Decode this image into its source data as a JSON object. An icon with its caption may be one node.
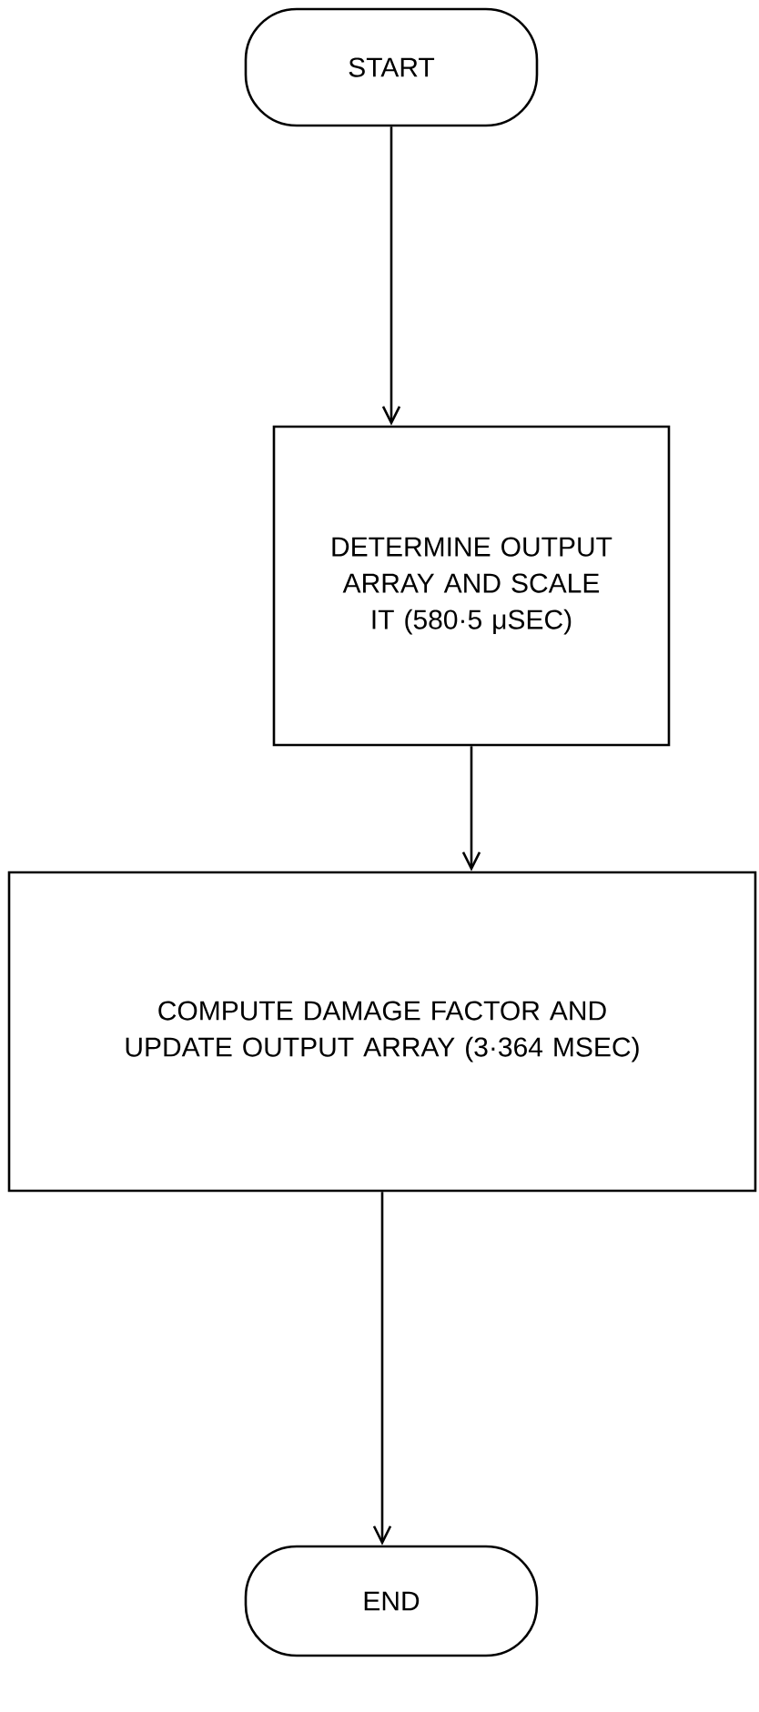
{
  "diagram": {
    "nodes": [
      {
        "text": [
          "START"
        ]
      },
      {
        "text": [
          "DETERMINE OUTPUT ARRAY AND SCALE IT (580·5 μSEC)"
        ]
      },
      {
        "text": [
          "COMPUTE DAMAGE FACTOR AND UPDATE OUTPUT ARRAY (3·364 MSEC)"
        ]
      },
      {
        "text": [
          "END"
        ]
      }
    ],
    "edges": [
      {
        "from": 0,
        "to": 1,
        "arrow": "to"
      },
      {
        "from": 1,
        "to": 2,
        "arrow": "to"
      },
      {
        "from": 2,
        "to": 3,
        "arrow": "to"
      }
    ]
  }
}
